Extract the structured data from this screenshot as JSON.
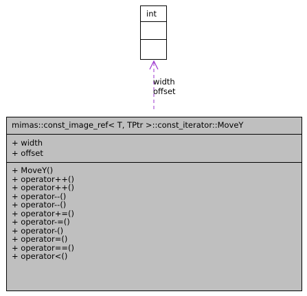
{
  "int_box": {
    "title": "int"
  },
  "edge": {
    "labels": [
      "width",
      "offset"
    ]
  },
  "class_box": {
    "title": "mimas::const_image_ref< T, TPtr >::const_iterator::MoveY",
    "attributes": [
      "+ width",
      "+ offset"
    ],
    "methods": [
      "+ MoveY()",
      "+ operator++()",
      "+ operator++()",
      "+ operator--()",
      "+ operator--()",
      "+ operator+=()",
      "+ operator-=()",
      "+ operator-()",
      "+ operator=()",
      "+ operator==()",
      "+ operator<()"
    ]
  },
  "colors": {
    "class_fill": "#bfbfbf",
    "edge": "#9a32cd",
    "border": "#000000"
  }
}
